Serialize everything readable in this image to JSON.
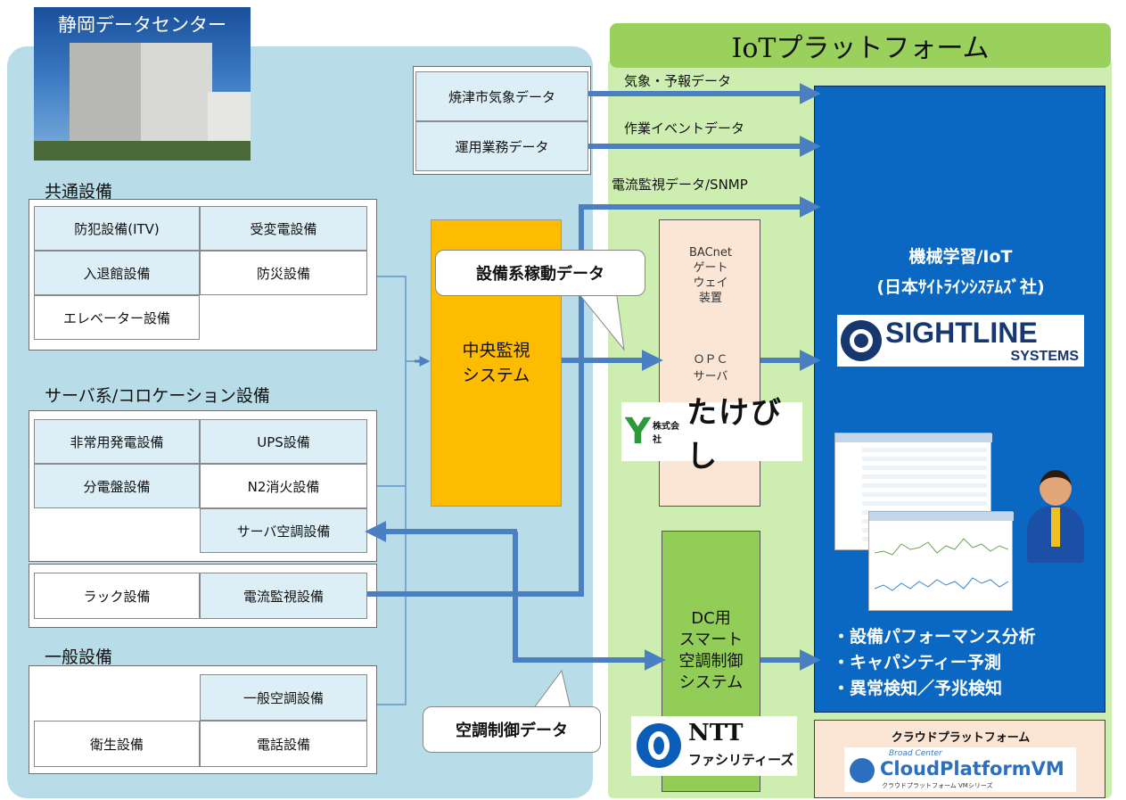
{
  "datacenter": {
    "photo_title": "静岡データセンター"
  },
  "iot_platform": {
    "title": "IoTプラットフォーム"
  },
  "left_sections": [
    {
      "title": "共通設備",
      "cells": [
        "防犯設備(ITV)",
        "受変電設備",
        "入退館設備",
        "防災設備",
        "エレベーター設備"
      ]
    },
    {
      "title": "サーバ系/コロケーション設備",
      "cells": [
        "非常用発電設備",
        "UPS設備",
        "分電盤設備",
        "N2消火設備",
        "サーバ空調設備",
        "ラック設備",
        "電流監視設備"
      ]
    },
    {
      "title": "一般設備",
      "cells": [
        "一般空調設備",
        "衛生設備",
        "電話設備"
      ]
    }
  ],
  "data_sources": [
    "焼津市気象データ",
    "運用業務データ"
  ],
  "flow_labels": [
    "気象・予報データ",
    "作業イベントデータ",
    "電流監視データ/SNMP"
  ],
  "central_system": "中央監視\nシステム",
  "callouts": {
    "equipment_data": "設備系稼動データ",
    "ac_control_data": "空調制御データ"
  },
  "bacnet": {
    "lines": [
      "BACnet",
      "ゲート",
      "ウェイ",
      "装置"
    ],
    "opc": [
      "ＯＰＣ",
      "サーバ"
    ]
  },
  "dc_system": "DC用\nスマート\n空調制御\nシステム",
  "ml": {
    "title": "機械学習/IoT",
    "subtitle": "(日本ｻｲﾄﾗｲﾝｼｽﾃﾑｽﾞ社)",
    "bullets": [
      "・設備パフォーマンス分析",
      "・キャパシティー予測",
      "・異常検知／予兆検知"
    ]
  },
  "logos": {
    "sightline": {
      "main": "SIGHTLINE",
      "sub": "SYSTEMS"
    },
    "takebishi": {
      "prefix": "株式会社",
      "name": "たけびし"
    },
    "ntt": {
      "line1": "NTT",
      "line2": "ファシリティーズ"
    },
    "cloud": {
      "header": "クラウドプラットフォーム",
      "small": "Broad Center",
      "name": "CloudPlatformVM",
      "series": "クラウドプラットフォーム VMシリーズ"
    }
  },
  "colors": {
    "left_panel": "#b9dde8",
    "right_panel": "#cdeeb0",
    "header": "#9ad15c",
    "central": "#fdbc00",
    "ml_box": "#0a68c2",
    "arrow": "#4a7fc1",
    "dc_box": "#92cd58"
  }
}
